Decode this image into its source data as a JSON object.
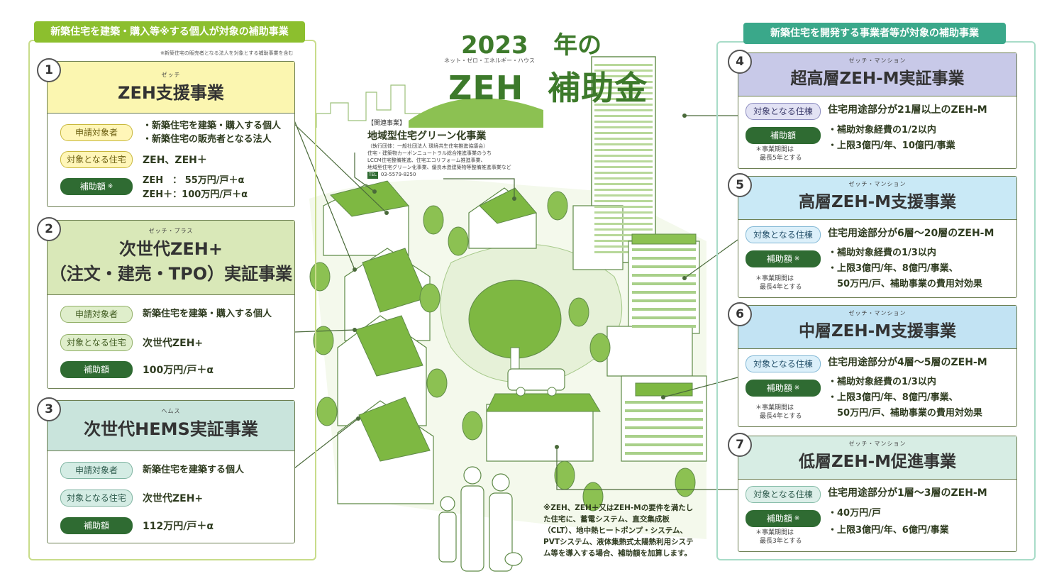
{
  "title": {
    "year": "2023",
    "year_suffix": "年の",
    "main": "ZEH  補助金",
    "ruby": "ネット・ゼロ・エネルギー・ハウス"
  },
  "left_group": {
    "header": "新築住宅を建築・購入等※する個人が対象の補助事業",
    "note": "※新築住宅の販売者となる法人を対象とする補助事業を含む"
  },
  "right_group": {
    "header": "新築住宅を開発する事業者等が対象の補助事業"
  },
  "related": {
    "tag": "【関連事業】",
    "name": "地域型住宅グリーン化事業",
    "executor": "（執行団体：一般社団法人 環境共生住宅推進協議会）",
    "desc_line1": "住宅・建築物カーボンニュートラル総合推進事業のうち",
    "desc_line2": "LCCM住宅整備推進、住宅エコリフォーム推進事業、",
    "desc_line3": "地域型住宅グリーン化事業、優良木造建築物等整備推進事業など",
    "tel_label": "TEL",
    "tel": "03-5579-8250"
  },
  "footnote": "※ZEH、ZEH＋又はZEH-Mの要件を満たした住宅に、蓄電システム、直交集成板（CLT）、地中熱ヒートポンプ・システム、PVTシステム、液体集熱式太陽熱利用システム等を導入する場合、補助額を加算します。",
  "cards": {
    "c1": {
      "number": "1",
      "ruby": "ゼッチ",
      "title": "ZEH支援事業",
      "applicant_label": "申請対象者",
      "applicant_1": "・新築住宅を建築・購入する個人",
      "applicant_2": "・新築住宅の販売者となる法人",
      "housing_label": "対象となる住宅",
      "housing": "ZEH、ZEH＋",
      "amount_label": "補助額",
      "asterisk": "※",
      "amount_1": "ZEH　：  55万円/戸＋α",
      "amount_2": "ZEH＋：100万円/戸＋α"
    },
    "c2": {
      "number": "2",
      "ruby": "ゼッチ・プラス",
      "title_1": "次世代ZEH+",
      "title_2": "（注文・建売・TPO）実証事業",
      "applicant_label": "申請対象者",
      "applicant": "新築住宅を建築・購入する個人",
      "housing_label": "対象となる住宅",
      "housing": "次世代ZEH+",
      "amount_label": "補助額",
      "amount": "100万円/戸＋α"
    },
    "c3": {
      "number": "3",
      "ruby": "ヘムス",
      "title": "次世代HEMS実証事業",
      "applicant_label": "申請対象者",
      "applicant": "新築住宅を建築する個人",
      "housing_label": "対象となる住宅",
      "housing": "次世代ZEH+",
      "amount_label": "補助額",
      "amount": "112万円/戸＋α"
    },
    "c4": {
      "number": "4",
      "ruby": "ゼッチ・マンション",
      "title": "超高層ZEH-M実証事業",
      "housing_label": "対象となる住棟",
      "housing": "住宅用途部分が21層以上のZEH-M",
      "amount_label": "補助額",
      "amount_1": "・補助対象経費の1/2以内",
      "amount_2": "・上限3億円/年、10億円/事業",
      "period_1": "＊事業期間は",
      "period_2": "最長5年とする"
    },
    "c5": {
      "number": "5",
      "ruby": "ゼッチ・マンション",
      "title": "高層ZEH-M支援事業",
      "housing_label": "対象となる住棟",
      "housing": "住宅用途部分が6層～20層のZEH-M",
      "amount_label": "補助額",
      "asterisk": "※",
      "amount_1": "・補助対象経費の1/3以内",
      "amount_2": "・上限3億円/年、8億円/事業、",
      "amount_3": "　50万円/戸、補助事業の費用対効果",
      "period_1": "＊事業期間は",
      "period_2": "最長4年とする"
    },
    "c6": {
      "number": "6",
      "ruby": "ゼッチ・マンション",
      "title": "中層ZEH-M支援事業",
      "housing_label": "対象となる住棟",
      "housing": "住宅用途部分が4層～5層のZEH-M",
      "amount_label": "補助額",
      "asterisk": "※",
      "amount_1": "・補助対象経費の1/3以内",
      "amount_2": "・上限3億円/年、8億円/事業、",
      "amount_3": "　50万円/戸、補助事業の費用対効果",
      "period_1": "＊事業期間は",
      "period_2": "最長4年とする"
    },
    "c7": {
      "number": "7",
      "ruby": "ゼッチ・マンション",
      "title": "低層ZEH-M促進事業",
      "housing_label": "対象となる住棟",
      "housing": "住宅用途部分が1層～3層のZEH-M",
      "amount_label": "補助額",
      "asterisk": "※",
      "amount_1": "・40万円/戸",
      "amount_2": "・上限3億円/年、6億円/事業",
      "period_1": "＊事業期間は",
      "period_2": "最長3年とする"
    }
  },
  "colors": {
    "green_dark": "#2f6b32",
    "green_title": "#3d7a2b",
    "left_header": "#8cbf2e",
    "right_header": "#3aa88a",
    "c1_head": "#fbf6b0",
    "c2_head": "#d9e8b8",
    "c3_head": "#c9e4dc",
    "c4_head": "#c8c9e8",
    "c5_head": "#c9e9f6",
    "c6_head": "#c2e3f3",
    "c7_head": "#d7ede4"
  }
}
